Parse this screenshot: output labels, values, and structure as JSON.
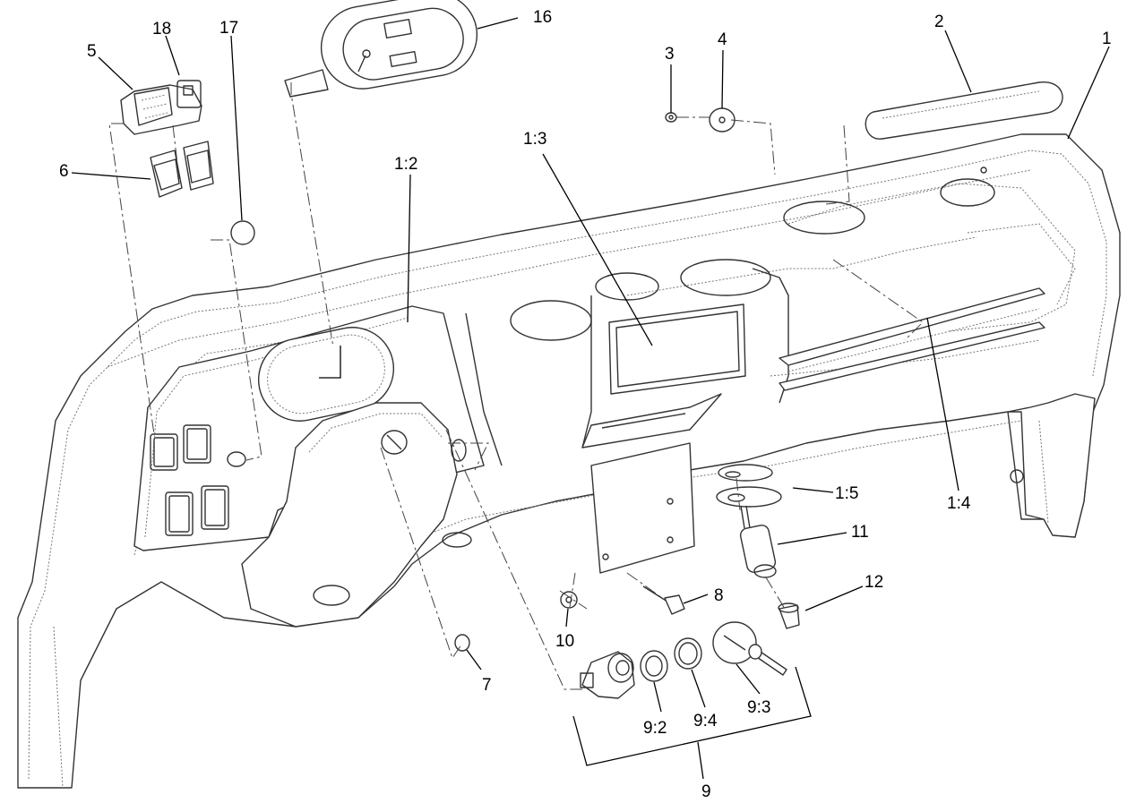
{
  "callouts": [
    {
      "id": "1",
      "label": "1"
    },
    {
      "id": "2",
      "label": "2"
    },
    {
      "id": "3",
      "label": "3"
    },
    {
      "id": "4",
      "label": "4"
    },
    {
      "id": "5",
      "label": "5"
    },
    {
      "id": "6",
      "label": "6"
    },
    {
      "id": "7",
      "label": "7"
    },
    {
      "id": "8",
      "label": "8"
    },
    {
      "id": "9",
      "label": "9"
    },
    {
      "id": "10",
      "label": "10"
    },
    {
      "id": "11",
      "label": "11"
    },
    {
      "id": "12",
      "label": "12"
    },
    {
      "id": "16",
      "label": "16"
    },
    {
      "id": "17",
      "label": "17"
    },
    {
      "id": "18",
      "label": "18"
    },
    {
      "id": "1-2",
      "label": "1:2"
    },
    {
      "id": "1-3",
      "label": "1:3"
    },
    {
      "id": "1-4",
      "label": "1:4"
    },
    {
      "id": "1-5",
      "label": "1:5"
    },
    {
      "id": "9-2",
      "label": "9:2"
    },
    {
      "id": "9-3",
      "label": "9:3"
    },
    {
      "id": "9-4",
      "label": "9:4"
    }
  ]
}
